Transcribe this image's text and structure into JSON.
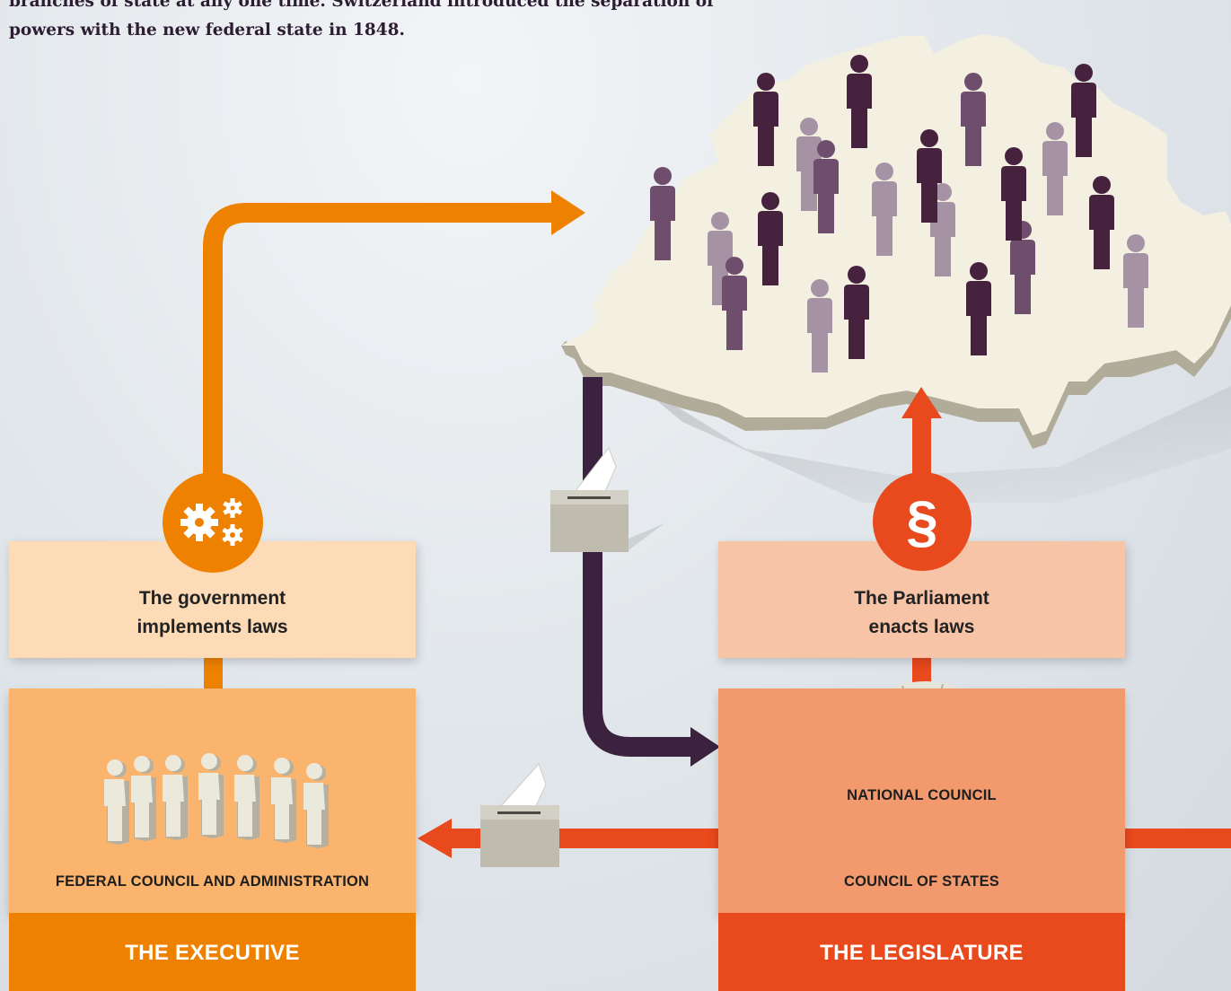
{
  "intro_text": "branches of state at any one time. Switzerland introduced the separation of powers with the new federal state in 1848.",
  "executive": {
    "function_line1": "The government",
    "function_line2": "implements laws",
    "body_label": "FEDERAL COUNCIL AND ADMINISTRATION",
    "branch_title": "THE EXECUTIVE",
    "icon": "gears-icon"
  },
  "legislature": {
    "function_line1": "The Parliament",
    "function_line2": "enacts laws",
    "chamber1_label": "NATIONAL COUNCIL",
    "chamber2_label": "COUNCIL OF STATES",
    "branch_title": "THE LEGISLATURE",
    "icon_glyph": "§"
  },
  "colors": {
    "executive_orange": "#ef8100",
    "executive_light": "#fcdbb6",
    "executive_mid": "#fbb46d",
    "legislature_red": "#e8491d",
    "legislature_light": "#f8c4a8",
    "legislature_mid": "#f29a6d",
    "vote_path": "#3b2340",
    "map_cream": "#f4f0e1",
    "people_dark": "#46223f",
    "people_mid": "#6e4d6d",
    "people_light": "#a593a5"
  }
}
